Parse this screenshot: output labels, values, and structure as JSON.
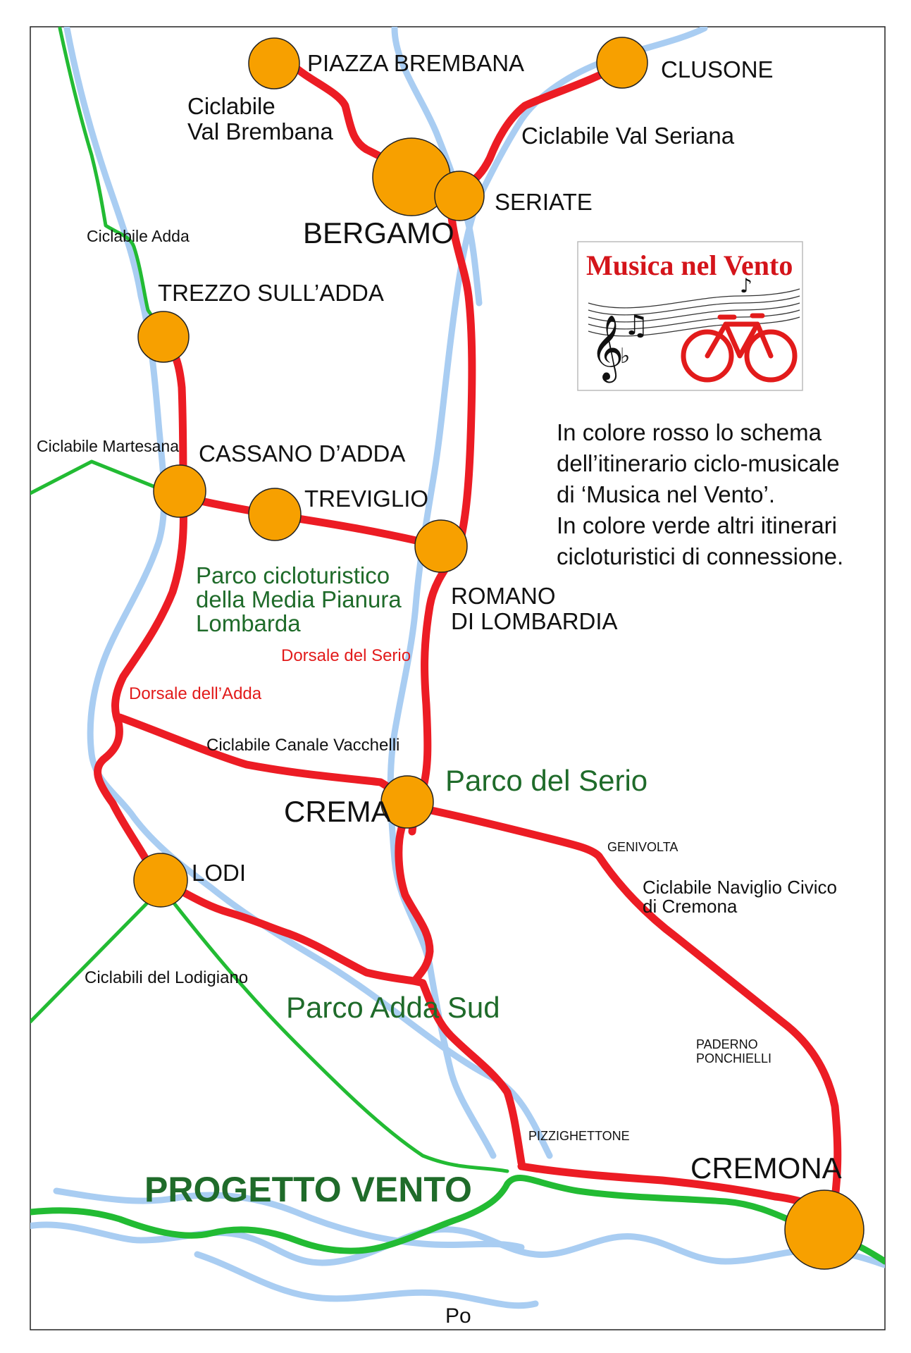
{
  "title_logo": {
    "text": "Musica nel Vento",
    "icons": [
      "treble-clef-icon",
      "music-notes-icon",
      "bicycle-icon"
    ]
  },
  "legend": {
    "lines": [
      "In colore rosso lo schema",
      "dell’itinerario ciclo-musicale",
      "di ‘Musica nel Vento’.",
      "In colore verde altri itinerari",
      "cicloturistici di connessione."
    ]
  },
  "colors": {
    "route_red": "#ec1c24",
    "route_green": "#22bb33",
    "river_blue": "#a9cdf2",
    "node_orange": "#f7a000",
    "park_text_green": "#1f6b2a"
  },
  "towns": {
    "piazza_brembana": "PIAZZA BREMBANA",
    "clusone": "CLUSONE",
    "bergamo": "BERGAMO",
    "seriate": "SERIATE",
    "trezzo": "TREZZO SULL’ADDA",
    "cassano": "CASSANO D’ADDA",
    "treviglio": "TREVIGLIO",
    "romano": [
      "ROMANO",
      "DI LOMBARDIA"
    ],
    "crema": "CREMA",
    "lodi": "LODI",
    "cremona": "CREMONA"
  },
  "routes": {
    "val_brembana": [
      "Ciclabile",
      "Val Brembana"
    ],
    "val_seriana": "Ciclabile Val Seriana",
    "adda": "Ciclabile Adda",
    "martesana": "Ciclabile Martesana",
    "dorsale_serio": "Dorsale del Serio",
    "dorsale_adda": "Dorsale dell’Adda",
    "canale_vacchelli": "Ciclabile Canale Vacchelli",
    "naviglio_civico": [
      "Ciclabile Naviglio Civico",
      "di Cremona"
    ],
    "lodigiano": "Ciclabili del Lodigiano"
  },
  "parks": {
    "media_pianura": [
      "Parco cicloturistico",
      "della Media Pianura",
      "Lombarda"
    ],
    "serio": "Parco del Serio",
    "adda_sud": "Parco Adda Sud"
  },
  "small_places": {
    "genivolta": "GENIVOLTA",
    "paderno": [
      "PADERNO",
      "PONCHIELLI"
    ],
    "pizzighettone": "PIZZIGHETTONE"
  },
  "project": "PROGETTO VENTO",
  "river": "Po"
}
